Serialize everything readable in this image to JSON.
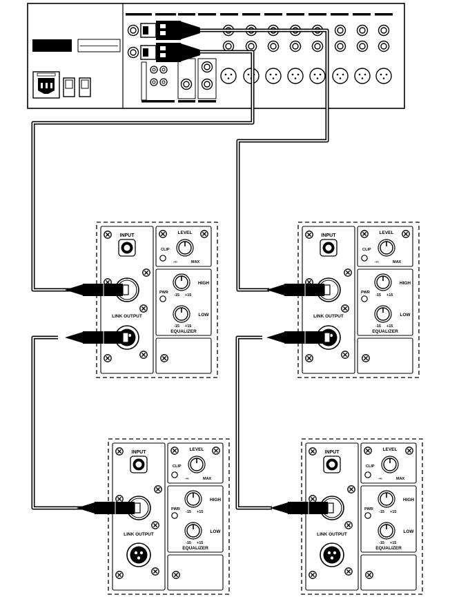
{
  "labels": {
    "input": "INPUT",
    "level": "LEVEL",
    "clip": "CLIP",
    "pwr": "PWR",
    "high": "HIGH",
    "low": "LOW",
    "equalizer": "EQUALIZER",
    "link_output": "LINK OUTPUT",
    "level_min": "-∞",
    "level_max": "MAX",
    "eq_min": "-15",
    "eq_max": "+15"
  },
  "mixer": {
    "channel_count": 11
  }
}
